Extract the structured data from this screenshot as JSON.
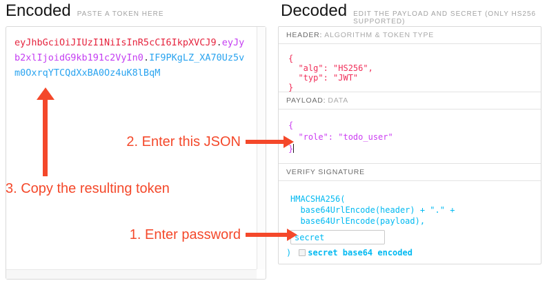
{
  "encoded": {
    "title": "Encoded",
    "subtitle": "PASTE A TOKEN HERE",
    "token": {
      "header": "eyJhbGciOiJIUzI1NiIsInR5cCI6IkpXVCJ9",
      "dot1": ".",
      "payload": "eyJyb2xlIjoidG9kb191c2VyIn0",
      "dot2": ".",
      "signature": "IF9PKgLZ_XA70Uz5vm0OxrqYTCQdXxBA0Oz4uK8lBqM"
    }
  },
  "decoded": {
    "title": "Decoded",
    "subtitle": "EDIT THE PAYLOAD AND SECRET (ONLY HS256 SUPPORTED)",
    "header_section": {
      "label_strong": "HEADER:",
      "label_rest": "ALGORITHM & TOKEN TYPE",
      "code": "{\n  \"alg\": \"HS256\",\n  \"typ\": \"JWT\"\n}"
    },
    "payload_section": {
      "label_strong": "PAYLOAD:",
      "label_rest": "DATA",
      "code": "{\n  \"role\": \"todo_user\"\n}"
    },
    "signature_section": {
      "label_strong": "VERIFY SIGNATURE",
      "label_rest": "",
      "code_line1": "HMACSHA256(",
      "code_line2": "  base64UrlEncode(header) + \".\" +",
      "code_line3": "  base64UrlEncode(payload),",
      "secret_value": "secret",
      "closing_paren": ")",
      "checkbox_label": "secret base64 encoded",
      "checkbox_checked": false
    }
  },
  "annotations": {
    "step1": "1. Enter password",
    "step2": "2. Enter this JSON",
    "step3": "3. Copy the resulting token"
  },
  "colors": {
    "token_header": "#e5233d",
    "token_payload": "#c43df2",
    "token_signature": "#29a3ef",
    "decoded_header_json": "#f02d58",
    "decoded_payload_json": "#cb3df2",
    "decoded_signature_code": "#00b9f1",
    "annotation_red": "#f4482a"
  }
}
